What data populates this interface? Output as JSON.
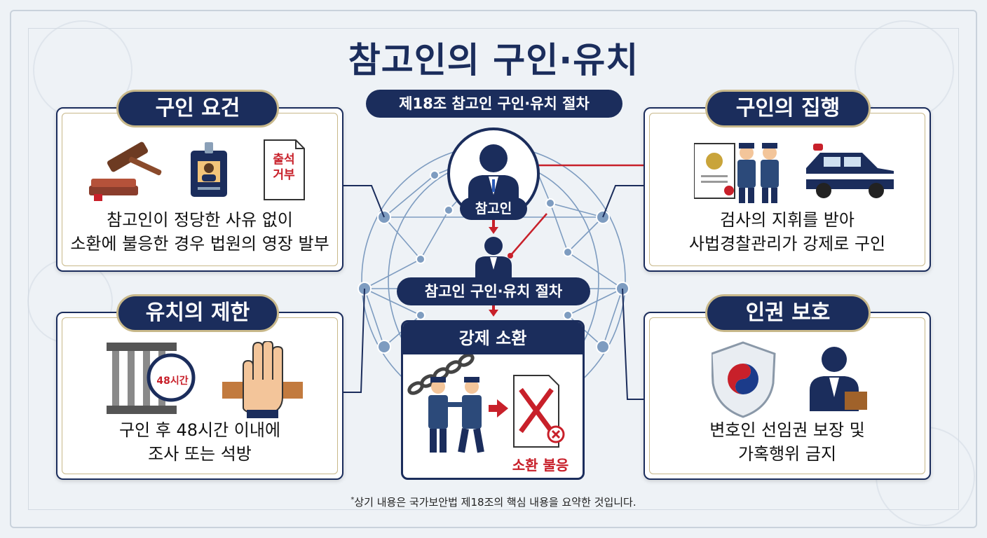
{
  "title": "참고인의 구인·유치",
  "subtitle": "제18조 참고인 구인·유치 절차",
  "cards": {
    "requirements": {
      "title": "구인 요건",
      "badge_text_1": "출석",
      "badge_text_2": "거부",
      "line1": "참고인이 정당한 사유 없이",
      "line2": "소환에 불응한 경우 법원의 영장 발부"
    },
    "execution": {
      "title": "구인의 집행",
      "line1": "검사의 지휘를 받아",
      "line2": "사법경찰관리가 강제로 구인"
    },
    "detention": {
      "title": "유치의 제한",
      "clock_label": "48시간",
      "line1": "구인 후 48시간 이내에",
      "line2": "조사 또는 석방"
    },
    "rights": {
      "title": "인권 보호",
      "line1": "변호인 선임권 보장 및",
      "line2": "가혹행위 금지"
    }
  },
  "center": {
    "witness_label": "참고인",
    "process_label": "참고인 구인·유치 절차",
    "compulsion_title": "강제 소환",
    "refusal_label": "소환 불응"
  },
  "footer": {
    "mark": "*",
    "text": "상기 내용은 국가보안법 제18조의 핵심 내용을 요약한 것입니다."
  },
  "colors": {
    "navy": "#1b2d5c",
    "gold": "#c8b88a",
    "red": "#c8202a",
    "network": "#7e9cc0"
  }
}
